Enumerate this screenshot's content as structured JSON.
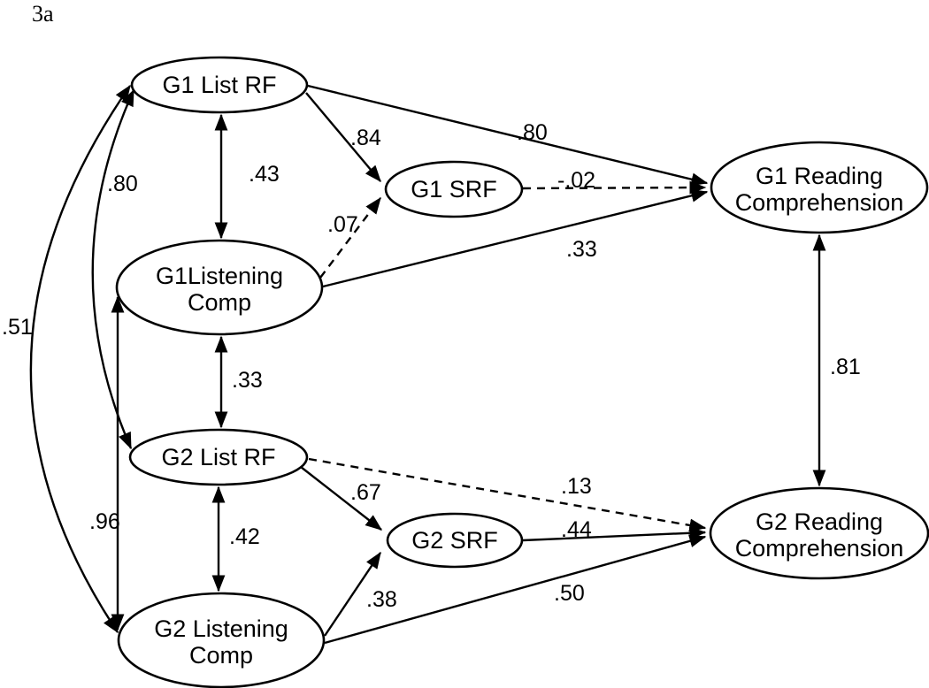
{
  "figure_label": "3a",
  "diagram_type": "SEM path diagram",
  "colors": {
    "background": "#ffffff",
    "stroke": "#000000",
    "text": "#000000"
  },
  "nodes": {
    "g1_list_rf": {
      "label": "G1 List RF"
    },
    "g1_srf": {
      "label": "G1 SRF"
    },
    "g1_listening_comp": {
      "line1": "G1Listening",
      "line2": "Comp"
    },
    "g1_reading_comprehension": {
      "line1": "G1 Reading",
      "line2": "Comprehension"
    },
    "g2_list_rf": {
      "label": "G2 List RF"
    },
    "g2_srf": {
      "label": "G2 SRF"
    },
    "g2_listening_comp": {
      "line1": "G2 Listening",
      "line2": "Comp"
    },
    "g2_reading_comprehension": {
      "line1": "G2 Reading",
      "line2": "Comprehension"
    }
  },
  "path_coefficients": {
    "g1_list_rf__g1_listening_comp_cov": ".43",
    "g1_list_rf__g1_srf": ".84",
    "g1_list_rf__g1_reading": ".80",
    "g1_srf__g1_reading": "-.02",
    "g1_listening__g1_srf": ".07",
    "g1_listening__g1_reading": ".33",
    "g1_list_rf__g2_list_rf_cov": ".80",
    "g1_list_rf__g2_listening_cov": ".51",
    "g1_listening__g2_list_rf_cov": ".33",
    "g1_listening__g2_listening_cov": ".96",
    "g2_list_rf__g2_listening_cov": ".42",
    "g2_list_rf__g2_srf": ".67",
    "g2_list_rf__g2_reading": ".13",
    "g2_srf__g2_reading": ".44",
    "g2_listening__g2_srf": ".38",
    "g2_listening__g2_reading": ".50",
    "g1_reading__g2_reading_cov": ".81"
  }
}
